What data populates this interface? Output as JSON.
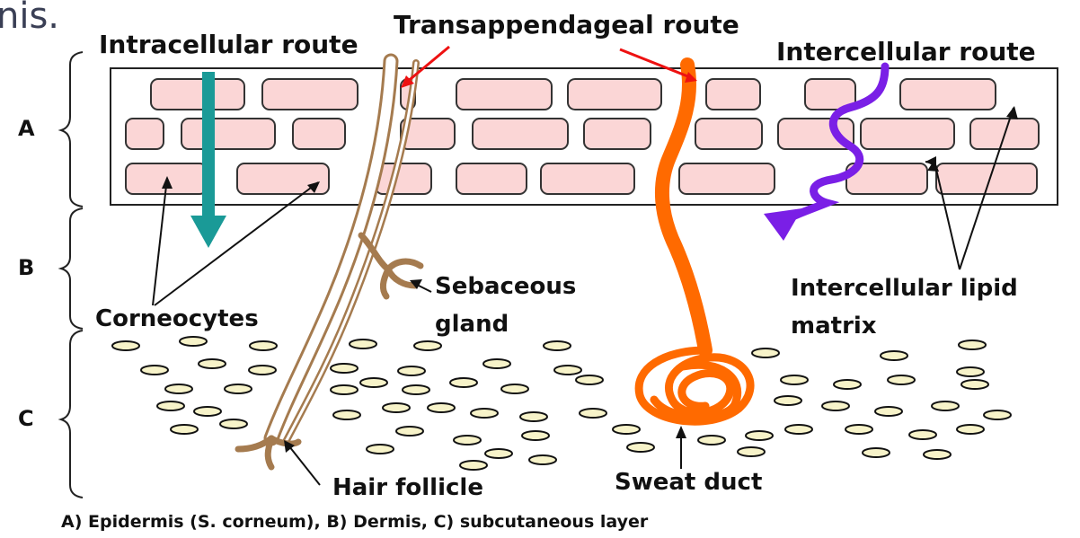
{
  "corner_text": "nis.",
  "labels": {
    "intracellular_route": "Intracellular route",
    "transappendageal_route": "Transappendageal route",
    "intercellular_route": "Intercellular route",
    "sebaceous": "Sebaceous",
    "gland": "gland",
    "intercellular_lipid": "Intercellular lipid",
    "matrix": "matrix",
    "corneocytes": "Corneocytes",
    "hair_follicle": "Hair follicle",
    "sweat_duct": "Sweat duct"
  },
  "layers": {
    "a": "A",
    "b": "B",
    "c": "C"
  },
  "caption": "A) Epidermis (S. corneum), B) Dermis, C) subcutaneous layer",
  "colors": {
    "corneocyte_fill": "#fbd6d6",
    "intracellular_arrow": "#1a9a97",
    "intercellular_arrow": "#7a1fe6",
    "sweat_duct": "#ff6a00",
    "hair_follicle": "#a57b4f",
    "pointer_red": "#ee1111",
    "fat_cell_fill": "#f7f3c9"
  }
}
